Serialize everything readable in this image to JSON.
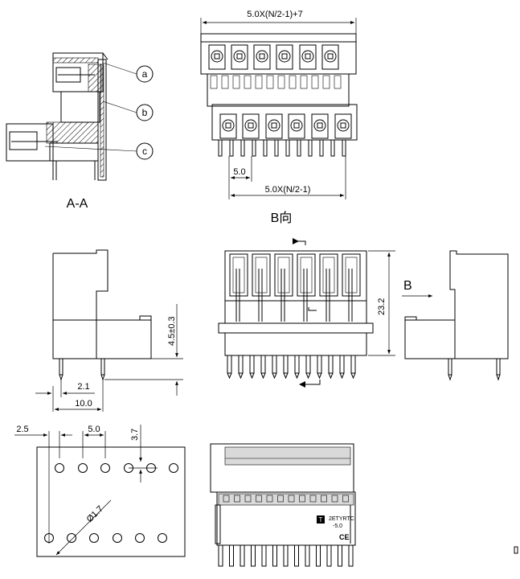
{
  "diagram": {
    "section_label": "A-A",
    "view_b_label": "B向",
    "b_arrow_label": "B",
    "callouts": [
      "a",
      "b",
      "c"
    ],
    "dims": {
      "top_width": "5.0X(N/2-1)+7",
      "pitch_bottom": "5.0",
      "span_bottom": "5.0X(N/2-1)",
      "height_right": "23.2",
      "side_height": "4.5±0.3",
      "side_offset": "2.1",
      "side_depth": "10.0",
      "pcb_edge": "2.5",
      "pcb_pitch": "5.0",
      "pcb_row": "3.7",
      "hole_dia": "Ø1.7"
    },
    "marking": {
      "model": "2ETYRTC",
      "pitch": "-5.0",
      "ce": "CE"
    }
  }
}
